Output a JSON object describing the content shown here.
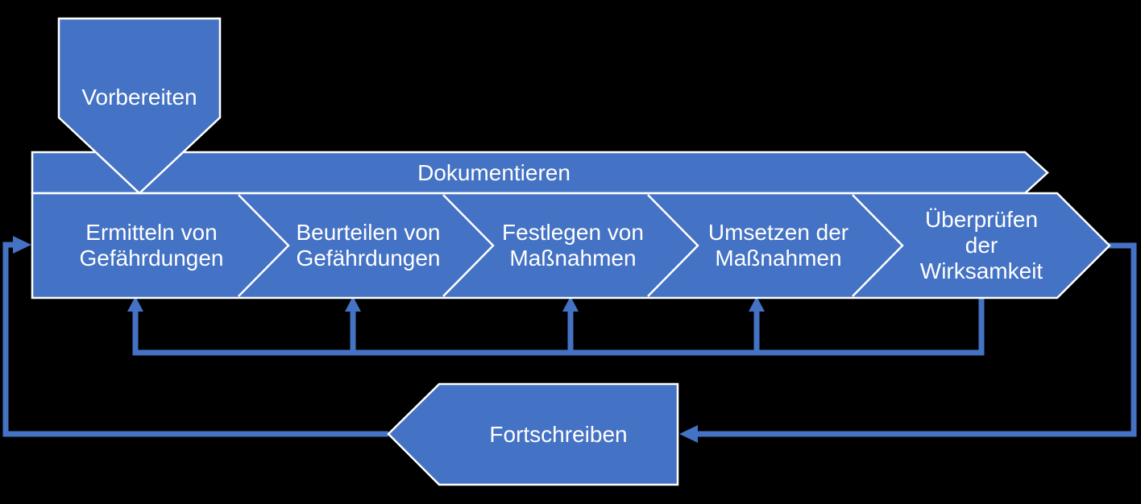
{
  "theme": {
    "bg": "#000000",
    "shape_fill": "#4472C4",
    "shape_outline": "#FFFFFF",
    "line_color": "#4472C4",
    "text_color": "#FFFFFF"
  },
  "diagram": {
    "preparation": {
      "label": "Vorbereiten"
    },
    "documentation_banner": {
      "label": "Dokumentieren"
    },
    "process_steps": [
      {
        "label": "Ermitteln von\nGefährdungen"
      },
      {
        "label": "Beurteilen von\nGefährdungen"
      },
      {
        "label": "Festlegen von\nMaßnahmen"
      },
      {
        "label": "Umsetzen der\nMaßnahmen"
      },
      {
        "label": "Überprüfen\nder\nWirksamkeit"
      }
    ],
    "continuation": {
      "label": "Fortschreiben"
    }
  }
}
